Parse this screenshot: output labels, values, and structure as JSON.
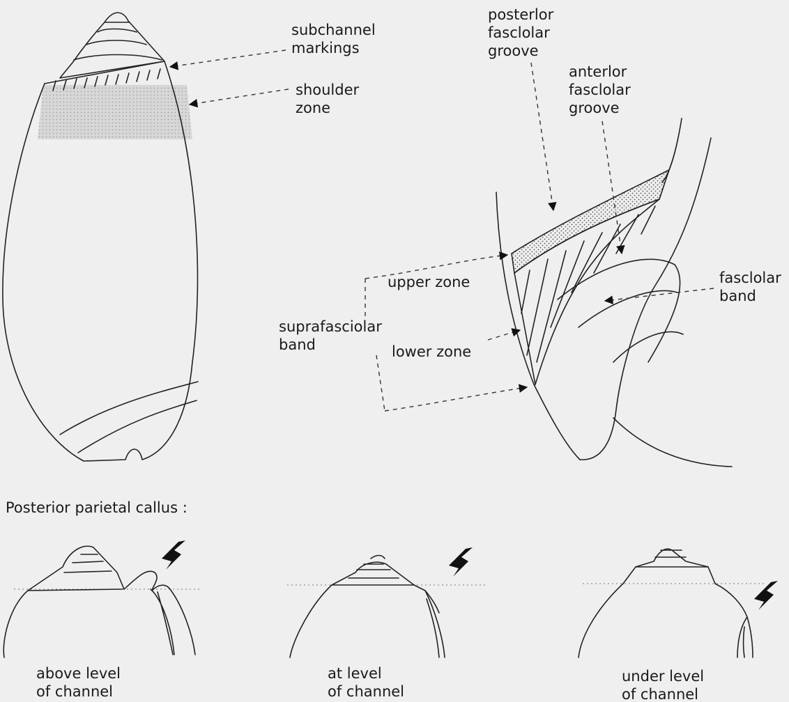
{
  "labels": {
    "subchannel_markings": [
      "subchannel",
      "markings"
    ],
    "shoulder_zone": [
      "shoulder",
      "zone"
    ],
    "posterior_fasciolar_groove": [
      "posterlor",
      "fasclolar",
      "groove"
    ],
    "anterior_fasciolar_groove": [
      "anterlor",
      "fasclolar",
      "groove"
    ],
    "fasciolar_band": [
      "fasclolar",
      "band"
    ],
    "upper_zone": "upper zone",
    "suprafasciolar_band": [
      "suprafasciolar",
      "band"
    ],
    "lower_zone": "lower zone",
    "section_title": "Posterior parietal callus :",
    "above": [
      "above level",
      "of channel"
    ],
    "at": [
      "at level",
      "of channel"
    ],
    "under": [
      "under level",
      "of channel"
    ]
  },
  "icons": {
    "pointer": "bold-arrow-icon"
  }
}
